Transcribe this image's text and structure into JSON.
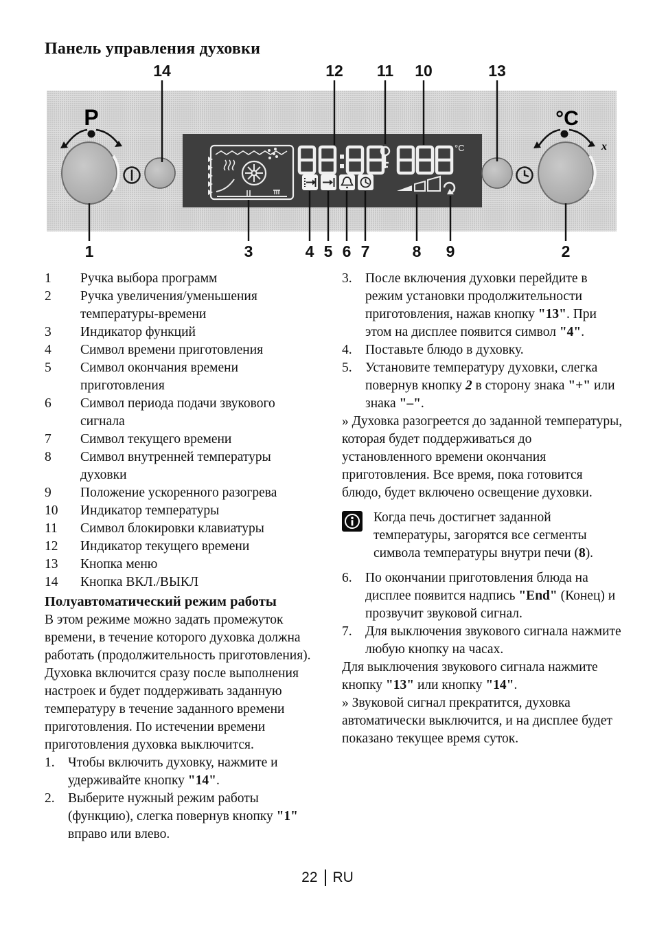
{
  "page": {
    "title": "Панель управления духовки",
    "footer": {
      "page_number": "22",
      "language": "RU"
    }
  },
  "diagram": {
    "program_knob_label": "P",
    "temp_knob_label": "°C",
    "temp_knob_stop_label": "x",
    "display_temp_unit": "°C",
    "callouts_top": [
      "14",
      "12",
      "11",
      "10",
      "13"
    ],
    "callouts_bottom": [
      "1",
      "3",
      "4",
      "5",
      "6",
      "7",
      "8",
      "9",
      "2"
    ],
    "colors": {
      "panel": "#d9d9d9",
      "display": "#3e3e3e",
      "knob": "#b6b6b6",
      "display_glyphs": "#efefef"
    }
  },
  "legend": {
    "items": [
      {
        "num": "1",
        "text": "Ручка выбора программ"
      },
      {
        "num": "2",
        "text": "Ручка увеличения/уменьшения температуры-времени"
      },
      {
        "num": "3",
        "text": "Индикатор функций"
      },
      {
        "num": "4",
        "text": "Символ времени приготовления"
      },
      {
        "num": "5",
        "text": "Символ окончания времени приготовления"
      },
      {
        "num": "6",
        "text": "Символ периода подачи звукового сигнала"
      },
      {
        "num": "7",
        "text": "Символ текущего времени"
      },
      {
        "num": "8",
        "text": "Символ внутренней температуры духовки"
      },
      {
        "num": "9",
        "text": "Положение ускоренного разогрева"
      },
      {
        "num": "10",
        "text": "Индикатор температуры"
      },
      {
        "num": "11",
        "text": "Символ блокировки клавиатуры"
      },
      {
        "num": "12",
        "text": "Индикатор текущего времени"
      },
      {
        "num": "13",
        "text": "Кнопка меню"
      },
      {
        "num": "14",
        "text": "Кнопка ВКЛ./ВЫКЛ"
      }
    ]
  },
  "section": {
    "heading": "Полуавтоматический режим работы",
    "intro": "В этом режиме можно задать промежуток времени, в течение которого духовка должна работать (продолжительность приготовления). Духовка включится сразу после выполнения настроек и будет поддерживать заданную температуру в течение заданного времени приготовления. По истечении времени приготовления духовка выключится.",
    "steps_left": [
      {
        "num": "1.",
        "text": "Чтобы включить духовку, нажмите и удерживайте кнопку **\"14\"**."
      },
      {
        "num": "2.",
        "text": "Выберите нужный режим работы (функцию), слегка повернув кнопку **\"1\"** вправо или влево."
      }
    ],
    "steps_right_a": [
      {
        "num": "3.",
        "text": "После включения духовки перейдите в режим установки продолжительности приготовления, нажав кнопку **\"13\"**. При этом на дисплее появится символ **\"4\"**."
      },
      {
        "num": "4.",
        "text": "Поставьте блюдо в духовку."
      },
      {
        "num": "5.",
        "text": "Установите температуру духовки, слегка повернув кнопку **//2//** в сторону знака **\"+\"** или знака **\"–\"**."
      }
    ],
    "result_1": "» Духовка разогреется до заданной температуры, которая будет поддерживаться до установленного времени окончания приготовления. Все время, пока готовится блюдо, будет включено освещение духовки.",
    "note": "Когда печь достигнет заданной температуры, загорятся все сегменты символа температуры внутри печи (**8**).",
    "steps_right_b": [
      {
        "num": "6.",
        "text": "По окончании приготовления блюда на дисплее появится надпись **\"End\"** (Конец) и прозвучит звуковой сигнал."
      },
      {
        "num": "7.",
        "text": "Для выключения звукового сигнала нажмите любую кнопку на часах."
      }
    ],
    "para_extra": "Для выключения звукового сигнала нажмите кнопку **\"13\"** или кнопку **\"14\"**.",
    "result_2": "» Звуковой сигнал прекратится, духовка автоматически выключится, и на дисплее будет показано текущее время суток."
  }
}
